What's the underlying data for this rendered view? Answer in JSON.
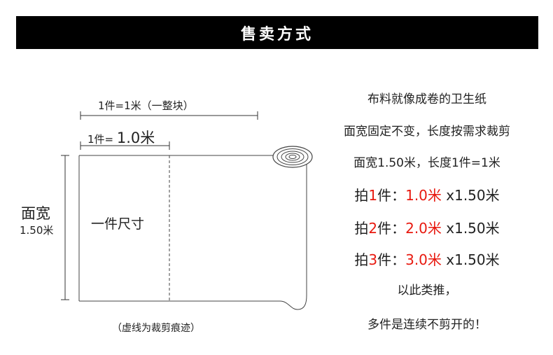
{
  "banner": {
    "title": "售卖方式"
  },
  "diagram": {
    "dimension_full": "1件=1米（一整块）",
    "dimension_partial_prefix": "1件= ",
    "dimension_partial_value": "1.0米",
    "width_label": "面宽",
    "width_value": "1.50米",
    "piece_label": "一件尺寸",
    "caption": "（虚线为裁剪痕迹）"
  },
  "info": {
    "line1": "布料就像成卷的卫生纸",
    "line2": "面宽固定不变，长度按需求裁剪",
    "line3": "面宽1.50米，长度1件=1米",
    "rows": [
      {
        "prefix": "拍",
        "qty": "1",
        "unit": "件：",
        "length": "1.0米",
        "width": "x1.50米"
      },
      {
        "prefix": "拍",
        "qty": "2",
        "unit": "件：",
        "length": "2.0米",
        "width": "x1.50米"
      },
      {
        "prefix": "拍",
        "qty": "3",
        "unit": "件：",
        "length": "3.0米",
        "width": "x1.50米"
      }
    ],
    "line7": "以此类推，",
    "line8": "多件是连续不剪开的！"
  },
  "colors": {
    "highlight": "#e8190f",
    "banner_bg": "#000000",
    "text": "#222222"
  }
}
